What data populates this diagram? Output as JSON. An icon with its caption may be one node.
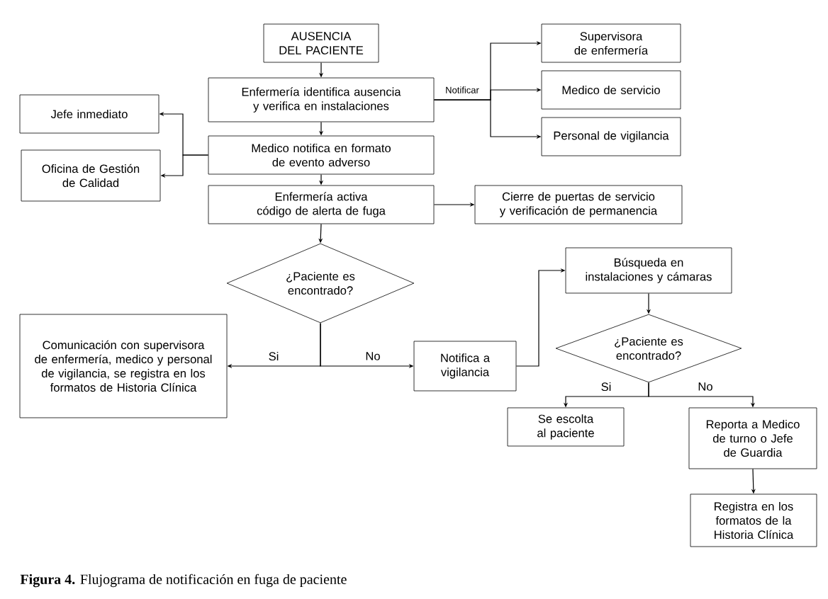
{
  "diagram": {
    "caption": "**Figura 4.** Flujograma de notificación en fuga de paciente",
    "nodes": [
      {
        "text": [
          "AUSENCIA DEL PACIENTE"
        ]
      },
      {
        "text": [
          "Enfermería identifica ausencia y verifica en instalaciones"
        ]
      },
      {
        "text": [
          "Supervisora de enfermería"
        ]
      },
      {
        "text": [
          "Medico de servicio"
        ]
      },
      {
        "text": [
          "Personal de vigilancia"
        ]
      },
      {
        "text": [
          "Jefe inmediato"
        ]
      },
      {
        "text": [
          "Medico notifica en formato de evento adverso"
        ]
      },
      {
        "text": [
          "Oficina de Gestión de Calidad"
        ]
      },
      {
        "text": [
          "Enfermería activa código de alerta de fuga"
        ]
      },
      {
        "text": [
          "Cierre de puertas de servicio y verificación de permanencia"
        ]
      },
      {
        "text": [
          "¿Paciente es encontrado?"
        ]
      },
      {
        "text": [
          "Comunicación con supervisora de enfermería, medico y personal de vigilancia, se registra en los formatos de Historia Clínica"
        ]
      },
      {
        "text": [
          "Notifica a vigilancia"
        ]
      },
      {
        "text": [
          "Búsqueda en instalaciones y cámaras"
        ]
      },
      {
        "text": [
          "¿Paciente es encontrado?"
        ]
      },
      {
        "text": [
          "Se escolta al paciente"
        ]
      },
      {
        "text": [
          "Reporta a Medico de turno o Jefe de Guardia"
        ]
      },
      {
        "text": [
          "Registra en los formatos de la Historia Clínica"
        ]
      }
    ],
    "edges": [
      {
        "from": 0,
        "to": 1,
        "arrow": "to"
      },
      {
        "from": 1,
        "to": 2,
        "arrow": "to"
      },
      {
        "from": 1,
        "to": 3,
        "arrow": "to",
        "label": "Notificar"
      },
      {
        "from": 1,
        "to": 4,
        "arrow": "to"
      },
      {
        "from": 1,
        "to": 6,
        "arrow": "to"
      },
      {
        "from": 6,
        "to": 5,
        "arrow": "to"
      },
      {
        "from": 6,
        "to": 7,
        "arrow": "to"
      },
      {
        "from": 6,
        "to": 8,
        "arrow": "to"
      },
      {
        "from": 8,
        "to": 9,
        "arrow": "to"
      },
      {
        "from": 8,
        "to": 10,
        "arrow": "to"
      },
      {
        "from": 10,
        "to": 11,
        "arrow": "to",
        "label": "Si"
      },
      {
        "from": 10,
        "to": 12,
        "arrow": "to",
        "label": "No"
      },
      {
        "from": 12,
        "to": 13,
        "arrow": "to"
      },
      {
        "from": 13,
        "to": 14,
        "arrow": "to"
      },
      {
        "from": 14,
        "to": 15,
        "arrow": "to",
        "label": "Si"
      },
      {
        "from": 14,
        "to": 16,
        "arrow": "to",
        "label": "No"
      },
      {
        "from": 16,
        "to": 17,
        "arrow": "to"
      }
    ]
  }
}
